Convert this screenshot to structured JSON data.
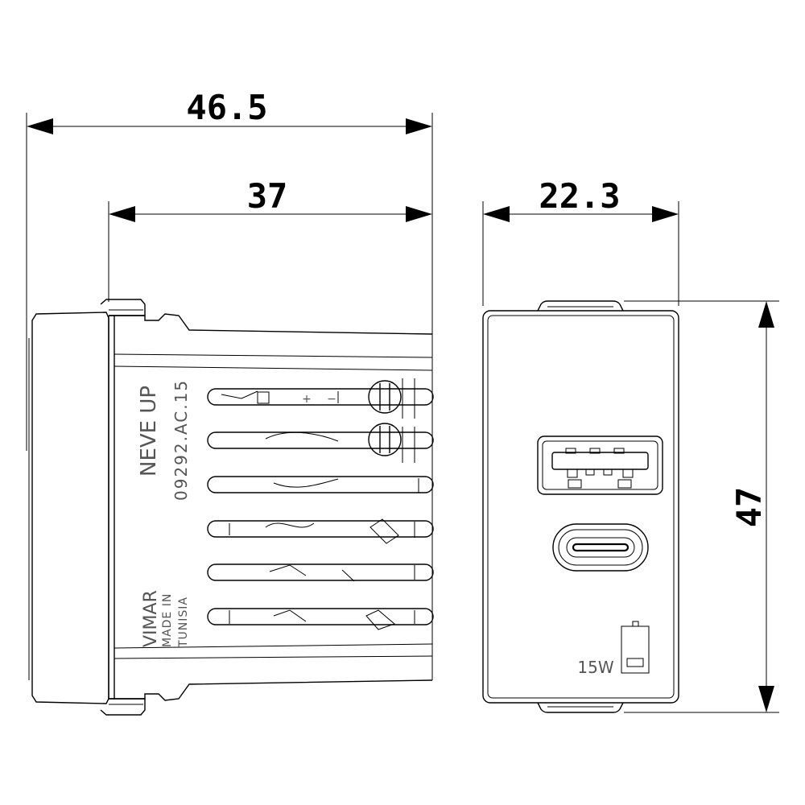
{
  "dimensions": {
    "overall_depth": "46.5",
    "body_depth": "37",
    "front_width": "22.3",
    "front_height": "47"
  },
  "side_view": {
    "model_text": "NEVE UP",
    "code_text": "09292.AC.15",
    "brand_text": "VIMAR",
    "origin_line1": "MADE IN",
    "origin_line2": "TUNISIA",
    "terminal_plus": "+",
    "terminal_minus": "−"
  },
  "front_view": {
    "power_label": "15W",
    "ports": [
      "usb-a",
      "usb-c"
    ],
    "icon": "battery-icon"
  },
  "colors": {
    "line": "#000000",
    "marking_text": "#555555",
    "background": "#ffffff"
  }
}
